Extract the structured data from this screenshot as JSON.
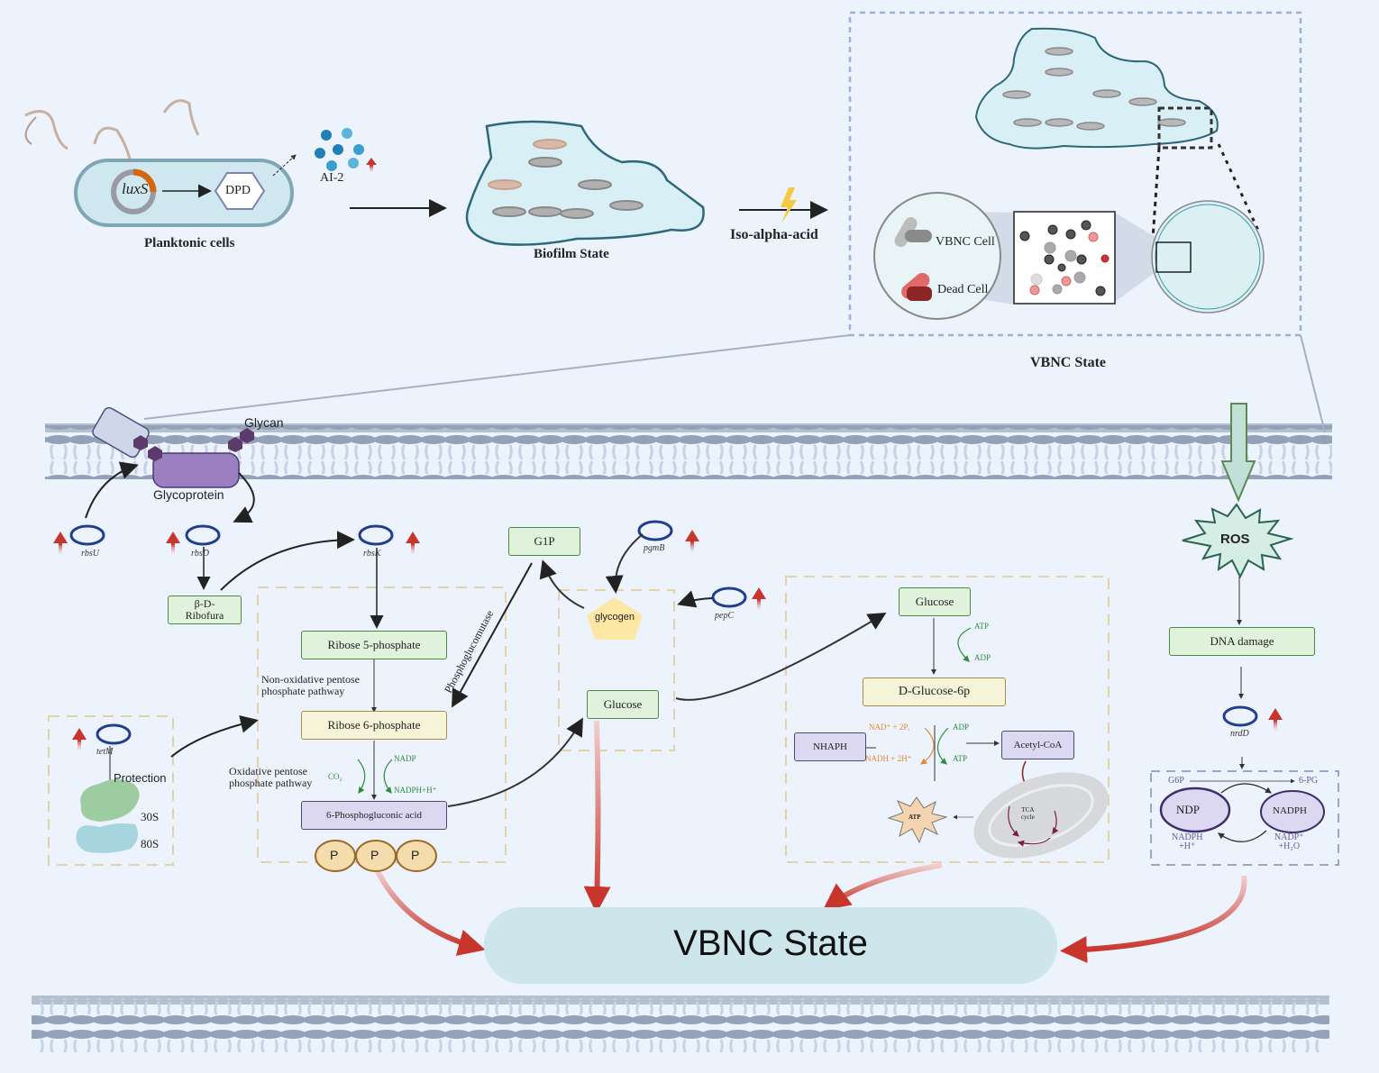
{
  "top": {
    "planktonic": {
      "label": "Planktonic cells",
      "gene": "luxS",
      "product": "DPD",
      "signal": "AI-2"
    },
    "biofilm": {
      "label": "Biofilm  State"
    },
    "stress": {
      "label": "Iso-alpha-acid"
    },
    "vbnc_panel": {
      "title": "VBNC State",
      "legend": [
        "VBNC Cell",
        "Dead Cell"
      ]
    }
  },
  "membrane": {
    "glycan": "Glycan",
    "glycoprotein": "Glycoprotein"
  },
  "genes": {
    "rbsU": "rbsU",
    "rbsD": "rbsD",
    "rbsK": "rbsK",
    "pgmB": "pgmB",
    "pepC": "pepC",
    "tetM": "tetM",
    "nrdD": "nrdD"
  },
  "ribose": {
    "ribofura": "β-D-\nRibofura",
    "r5p": "Ribose 5-phosphate",
    "nonox": "Non-oxidative pentose\nphosphate pathway",
    "r6p": "Ribose 6-phosphate",
    "ox": "Oxidative pentose\nphosphate pathway",
    "co2": "CO₂",
    "nadp": "NADP",
    "nadph": "NADPH+H⁺",
    "pga": "6-Phosphogluconic acid",
    "p": [
      "P",
      "P",
      "P"
    ]
  },
  "glycogen": {
    "g1p": "G1P",
    "enzyme": "Phosphoglucomutase",
    "glycogen": "glycogen",
    "glucose": "Glucose"
  },
  "glycolysis": {
    "glucose": "Glucose",
    "atp_in": "ATP",
    "adp_out": "ADP",
    "g6p": "D-Glucose-6p",
    "nad": "NAD⁺ + 2Pᵢ",
    "nadh": "NADH + 2H⁺",
    "adp": "ADP",
    "atp": "ATP",
    "nhaph": "NHAPH",
    "acetyl": "Acetyl-CoA",
    "tca": "TCA\ncycle",
    "atp_burst": "ATP"
  },
  "ribosome": {
    "protection": "Protection",
    "s30": "30S",
    "s80": "80S"
  },
  "ros": {
    "ros": "ROS",
    "dna": "DNA damage",
    "g6p": "G6P",
    "pg": "6-PG",
    "ndp": "NDP",
    "nadph": "NADPH",
    "nadph_h": "NADPH\n+H⁺",
    "nadp_h2o": "NADP⁺\n+H₂O"
  },
  "center": {
    "label": "VBNC State"
  },
  "colors": {
    "bg": "#edf3fc",
    "up_arrow": "#c0392b",
    "vbnc_box": "#cde6ec"
  }
}
